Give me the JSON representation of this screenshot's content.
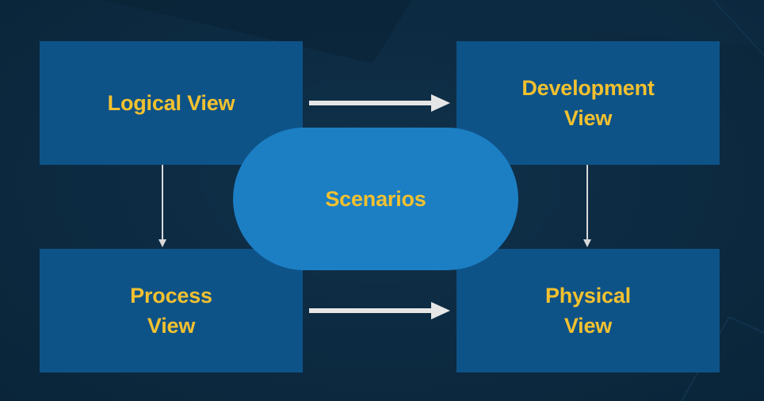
{
  "diagram": {
    "views": [
      {
        "id": "logical",
        "label": "Logical View"
      },
      {
        "id": "development",
        "label": "Development\nView"
      },
      {
        "id": "process",
        "label": "Process\nView"
      },
      {
        "id": "physical",
        "label": "Physical\nView"
      }
    ],
    "center": {
      "label": "Scenarios"
    },
    "arrows": [
      {
        "from": "Logical View",
        "to": "Development View"
      },
      {
        "from": "Logical View",
        "to": "Process View"
      },
      {
        "from": "Development View",
        "to": "Physical View"
      },
      {
        "from": "Process View",
        "to": "Physical View"
      }
    ],
    "colors": {
      "background": "#0c2a41",
      "box": "#0e5388",
      "center": "#1c7fc4",
      "text": "#f3c12f",
      "arrow": "#e6e6e6"
    }
  }
}
